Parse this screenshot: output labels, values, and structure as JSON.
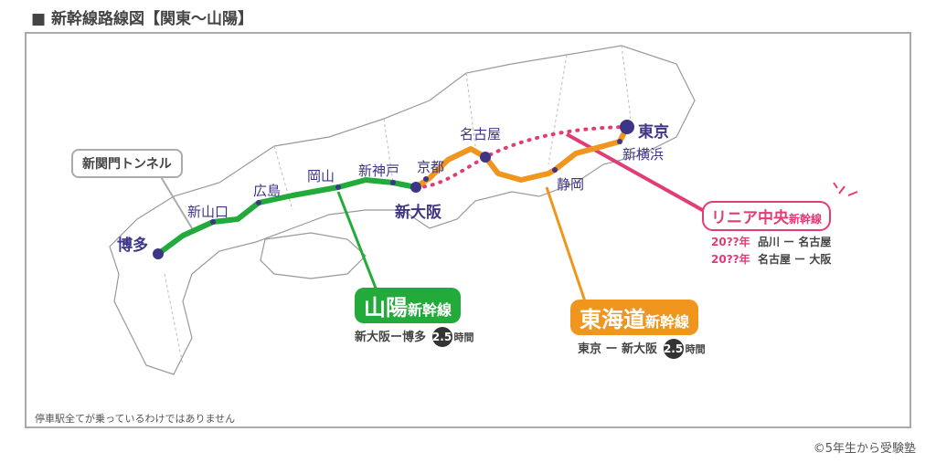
{
  "title": "■ 新幹線路線図【関東〜山陽】",
  "stations": {
    "hakata": "博多",
    "shinyamaguchi": "新山口",
    "hiroshima": "広島",
    "okayama": "岡山",
    "shinkobe": "新神戸",
    "shinosaka": "新大阪",
    "kyoto": "京都",
    "nagoya": "名古屋",
    "shizuoka": "静岡",
    "shinyokohama": "新横浜",
    "tokyo": "東京"
  },
  "tunnel": "新関門トンネル",
  "sanyo": {
    "name": "山陽",
    "suffix": "新幹線",
    "route": "新大阪ー博多",
    "hours": "2.5",
    "unit": "時間",
    "color": "#22aa3a"
  },
  "tokaido": {
    "name": "東海道",
    "suffix": "新幹線",
    "route": "東京 ー 新大阪",
    "hours": "2.5",
    "unit": "時間",
    "color": "#f0961e"
  },
  "linear": {
    "name": "リニア中央",
    "suffix": "新幹線",
    "color": "#e23b75",
    "rows": [
      {
        "year": "20??年",
        "route": "品川 ー 名古屋"
      },
      {
        "year": "20??年",
        "route": "名古屋 ー 大阪"
      }
    ]
  },
  "note": "停車駅全てが乗っているわけではありません",
  "copyright": "©5年生から受験塾"
}
